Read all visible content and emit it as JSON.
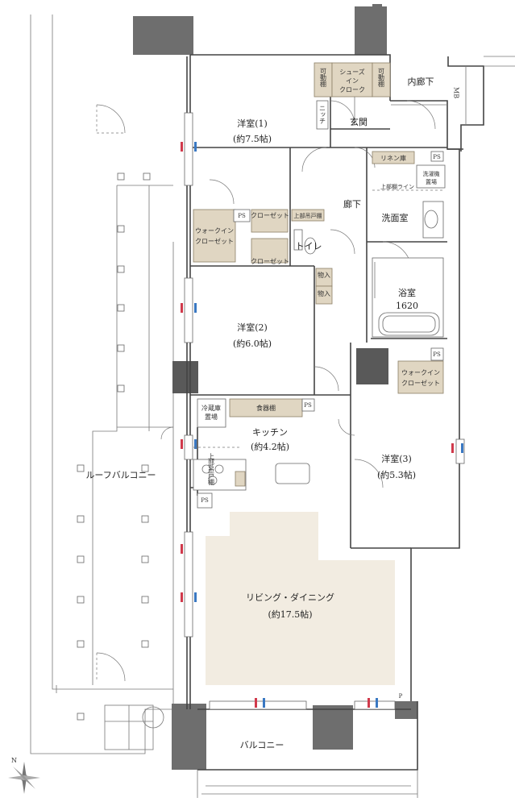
{
  "rooms": {
    "western1_name": "洋室(1)",
    "western1_size": "(約7.5帖)",
    "western2_name": "洋室(2)",
    "western2_size": "(約6.0帖)",
    "western3_name": "洋室(3)",
    "western3_size": "(約5.3帖)",
    "kitchen_name": "キッチン",
    "kitchen_size": "(約4.2帖)",
    "living_name": "リビング・ダイニング",
    "living_size": "(約17.5帖)",
    "bath_name": "浴室",
    "bath_size": "1620",
    "washroom": "洗面室",
    "toilet": "トイレ",
    "corridor": "廊下",
    "entrance": "玄関",
    "inner_corridor": "内廊下",
    "roof_balcony": "ルーフバルコニー",
    "balcony": "バルコニー"
  },
  "storage": {
    "shoes_in_cloak_line1": "シューズ",
    "shoes_in_cloak_line2": "イン",
    "shoes_in_cloak_line3": "クローク",
    "movable_shelf": "可動棚",
    "niche": "ニッチ",
    "linen": "リネン庫",
    "washer_line1": "洗濯機",
    "washer_line2": "置場",
    "upper_shelf_line": "上部棚ライン",
    "closet": "クローゼット",
    "closet_lower": "クローゼット",
    "upper_shelf": "上部吊戸棚",
    "walk_in_line1": "ウォークイン",
    "walk_in_line2": "クローゼット",
    "walk_in3_line1": "ウォークイン",
    "walk_in3_line2": "クローゼット",
    "storage_a": "物入",
    "storage_b": "物入",
    "fridge_line1": "冷蔵庫",
    "fridge_line2": "置場",
    "pantry": "食器棚",
    "kitchen_upper": "上部吊戸棚",
    "ps": "PS",
    "mb": "MB",
    "p": "P"
  },
  "compass": {
    "north": "N"
  },
  "colors": {
    "wall": "#6e6e6e",
    "storage": "#e0d6c2",
    "living_floor": "#f2ece1",
    "line": "#777777",
    "vent_red": "#d0394b",
    "vent_blue": "#3a78c2"
  }
}
